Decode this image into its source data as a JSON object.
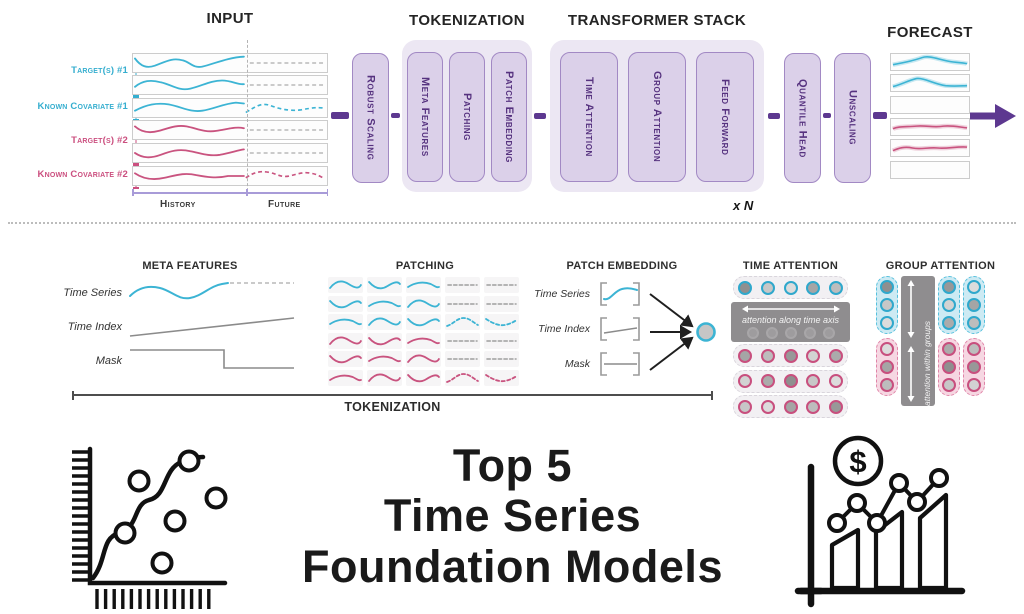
{
  "colors": {
    "cyan": "#3cb4d4",
    "pink": "#c9537f",
    "purple_fill": "#dbd0e9",
    "purple_border": "#a289c4",
    "purple_text": "#56327f",
    "purple_group": "#ece7f3",
    "flow_purple": "#5d3890",
    "gray_band": "#8e8c8e"
  },
  "top": {
    "input": {
      "title": "INPUT",
      "labels": [
        "Target(s) #1",
        "Known Covariate #1",
        "Target(s) #2",
        "Known Covariate #2"
      ],
      "history": "History",
      "future": "Future"
    },
    "robust_scaling": "Robust Scaling",
    "tokenization": {
      "title": "TOKENIZATION",
      "boxes": [
        "Meta Features",
        "Patching",
        "Patch Embedding"
      ]
    },
    "transformer": {
      "title": "TRANSFORMER STACK",
      "boxes": [
        "Time Attention",
        "Group Attention",
        "Feed Forward"
      ],
      "repeat": "x N"
    },
    "quantile_head": "Quantile Head",
    "unscaling": "Unscaling",
    "forecast": {
      "title": "FORECAST"
    }
  },
  "middle": {
    "meta_features": {
      "title": "META FEATURES",
      "rows": [
        "Time Series",
        "Time Index",
        "Mask"
      ]
    },
    "patching": {
      "title": "PATCHING"
    },
    "patch_embedding": {
      "title": "PATCH EMBEDDING",
      "rows": [
        "Time Series",
        "Time Index",
        "Mask"
      ]
    },
    "time_attention": {
      "title": "TIME ATTENTION",
      "note": "attention along time axis"
    },
    "group_attention": {
      "title": "GROUP ATTENTION",
      "note": "attention within groups"
    },
    "bracket_label": "TOKENIZATION"
  },
  "footer": {
    "title_line1": "Top 5",
    "title_line2": "Time Series",
    "title_line3": "Foundation Models",
    "dollar": "$"
  }
}
